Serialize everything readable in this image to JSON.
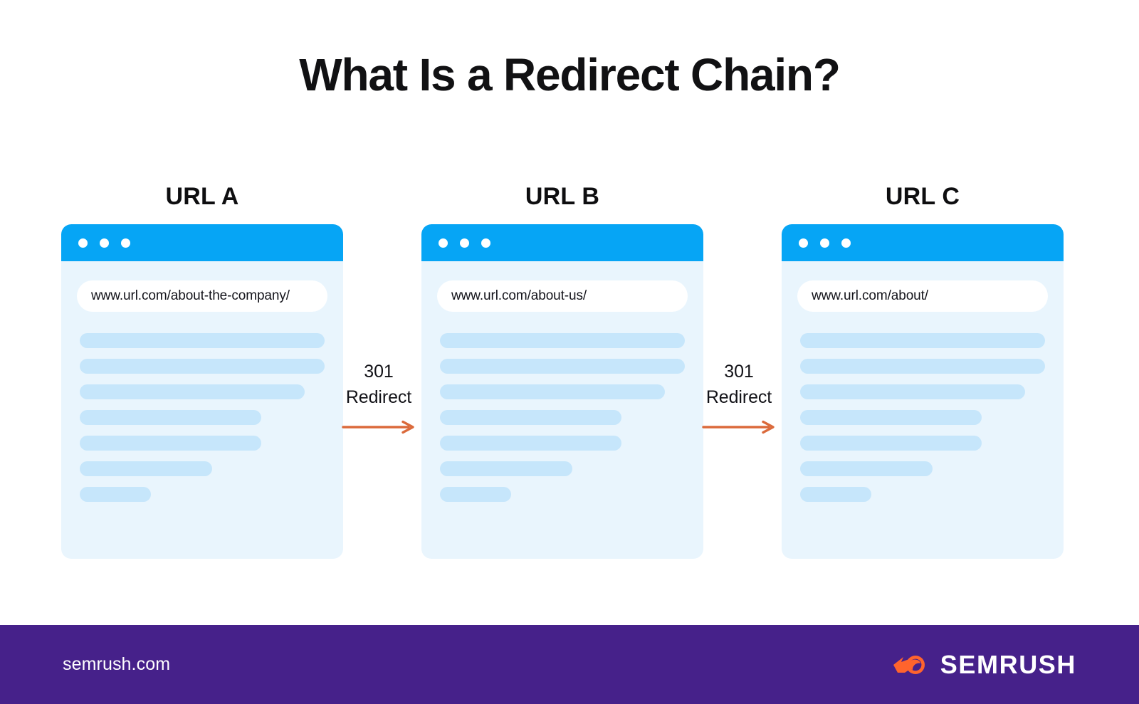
{
  "title": "What Is a Redirect Chain?",
  "colors": {
    "browser_bar": "#06a5f5",
    "browser_body": "#e9f5fd",
    "content_line": "#c6e6fb",
    "arrow": "#db6a3b",
    "footer_bg": "#46218a",
    "logo_mark": "#ff642d",
    "background": "#ffffff",
    "title_text": "#111113"
  },
  "cards": [
    {
      "label": "URL A",
      "url": "www.url.com/about-the-company/",
      "dots": [
        "window-dot",
        "window-dot",
        "window-dot"
      ],
      "line_widths": [
        "100%",
        "100%",
        "92%",
        "74%",
        "74%",
        "54%",
        "29%"
      ]
    },
    {
      "label": "URL B",
      "url": "www.url.com/about-us/",
      "dots": [
        "window-dot",
        "window-dot",
        "window-dot"
      ],
      "line_widths": [
        "100%",
        "100%",
        "92%",
        "74%",
        "74%",
        "54%",
        "29%"
      ]
    },
    {
      "label": "URL C",
      "url": "www.url.com/about/",
      "dots": [
        "window-dot",
        "window-dot",
        "window-dot"
      ],
      "line_widths": [
        "100%",
        "100%",
        "92%",
        "74%",
        "74%",
        "54%",
        "29%"
      ]
    }
  ],
  "connectors": [
    {
      "line1": "301",
      "line2": "Redirect",
      "icon": "arrow-right-icon"
    },
    {
      "line1": "301",
      "line2": "Redirect",
      "icon": "arrow-right-icon"
    }
  ],
  "footer": {
    "site": "semrush.com",
    "wordmark": "SEMRUSH",
    "logo_icon": "semrush-comet-icon"
  }
}
